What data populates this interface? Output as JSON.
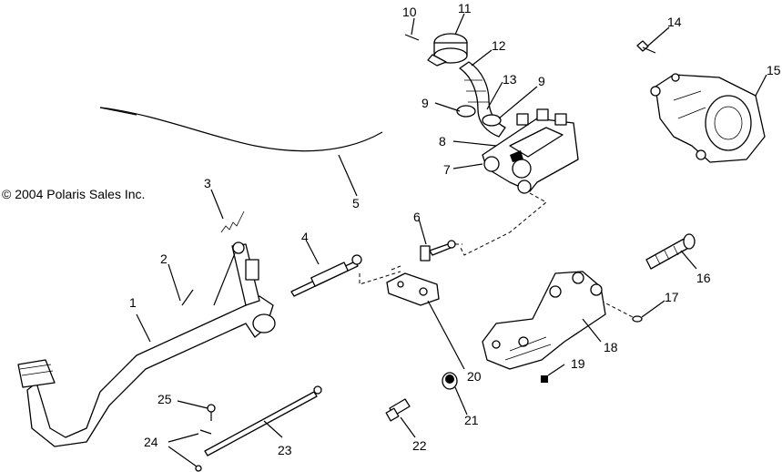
{
  "copyright": "© 2004 Polaris Sales Inc.",
  "callouts": [
    "1",
    "2",
    "3",
    "4",
    "5",
    "6",
    "7",
    "8",
    "9",
    "9",
    "10",
    "11",
    "12",
    "13",
    "14",
    "15",
    "16",
    "17",
    "18",
    "19",
    "20",
    "21",
    "22",
    "23",
    "24",
    "25"
  ]
}
